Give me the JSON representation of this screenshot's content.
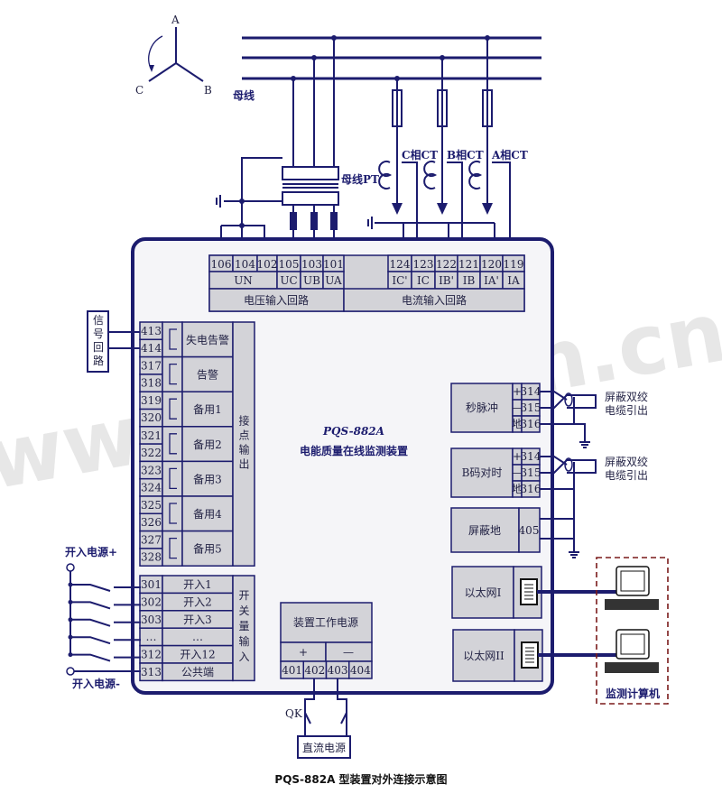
{
  "phases": {
    "a": "A",
    "b": "B",
    "c": "C"
  },
  "bus_label": "母线",
  "pt_label": "母线PT",
  "ct_labels": [
    "C相CT",
    "B相CT",
    "A相CT"
  ],
  "voltage_terminals": {
    "numbers": [
      "106",
      "104",
      "102",
      "105",
      "103",
      "101"
    ],
    "labels": [
      "UN",
      "UC",
      "UB",
      "UA"
    ],
    "group": "电压输入回路"
  },
  "current_terminals": {
    "numbers": [
      "124",
      "123",
      "122",
      "121",
      "120",
      "119"
    ],
    "labels": [
      "IC'",
      "IC",
      "IB'",
      "IB",
      "IA'",
      "IA"
    ],
    "group": "电流输入回路"
  },
  "signal_box": "信号回路",
  "contact_output": {
    "group": "接点输出",
    "rows": [
      {
        "nums": [
          "413",
          "414"
        ],
        "label": "失电告警"
      },
      {
        "nums": [
          "317",
          "318"
        ],
        "label": "告警"
      },
      {
        "nums": [
          "319",
          "320"
        ],
        "label": "备用1"
      },
      {
        "nums": [
          "321",
          "322"
        ],
        "label": "备用2"
      },
      {
        "nums": [
          "323",
          "324"
        ],
        "label": "备用3"
      },
      {
        "nums": [
          "325",
          "326"
        ],
        "label": "备用4"
      },
      {
        "nums": [
          "327",
          "328"
        ],
        "label": "备用5"
      }
    ]
  },
  "switch_input": {
    "group": "开关量输入",
    "power_plus": "开入电源+",
    "power_minus": "开入电源-",
    "rows": [
      {
        "num": "301",
        "label": "开入1"
      },
      {
        "num": "302",
        "label": "开入2"
      },
      {
        "num": "303",
        "label": "开入3"
      },
      {
        "num": "…",
        "label": "…"
      },
      {
        "num": "312",
        "label": "开入12"
      },
      {
        "num": "313",
        "label": "公共端"
      }
    ]
  },
  "device": {
    "model": "PQS-882A",
    "name": "电能质量在线监测装置"
  },
  "power_supply": {
    "title": "装置工作电源",
    "plus": "+",
    "minus": "—",
    "numbers": [
      "401",
      "402",
      "403",
      "404"
    ],
    "switch_label": "QK",
    "dc_source": "直流电源"
  },
  "sync": [
    {
      "title": "秒脉冲",
      "signs": [
        "+",
        "—",
        "地"
      ],
      "nums": [
        "314",
        "315",
        "316"
      ]
    },
    {
      "title": "B码对时",
      "signs": [
        "+",
        "—",
        "地"
      ],
      "nums": [
        "314",
        "315",
        "316"
      ]
    }
  ],
  "cable_note": [
    "屏蔽双绞",
    "电缆引出"
  ],
  "shield_ground": {
    "title": "屏蔽地",
    "num": "405"
  },
  "ethernet": [
    "以太网I",
    "以太网II"
  ],
  "computer_label": "监测计算机",
  "caption": "PQS-882A 型装置对外连接示意图",
  "watermark": "www.scr.com.cn",
  "colors": {
    "line": "#1c1c6e",
    "cell": "#d3d3d8",
    "dashed_box": "#7a1a1a"
  }
}
